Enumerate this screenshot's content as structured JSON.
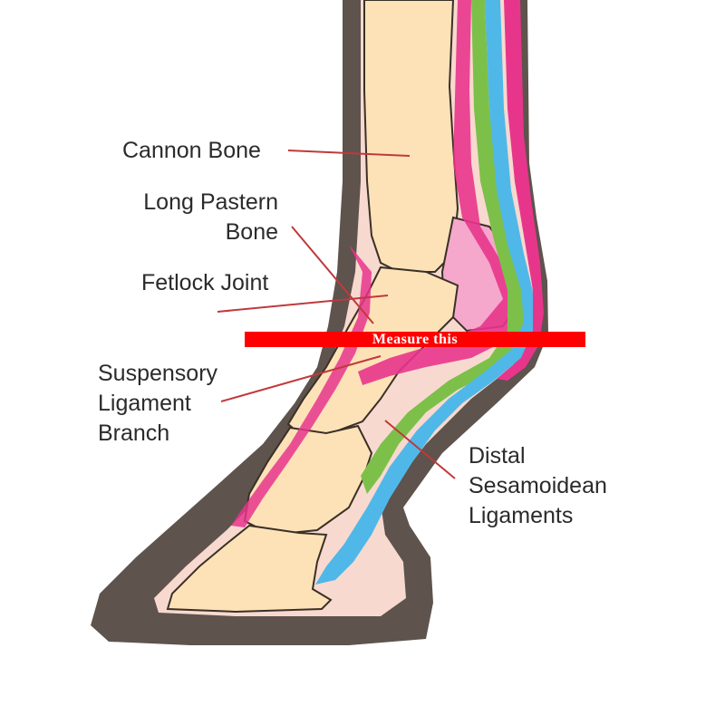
{
  "labels": {
    "cannon_bone": "Cannon Bone",
    "long_pastern_1": "Long Pastern",
    "long_pastern_2": "Bone",
    "fetlock_joint": "Fetlock Joint",
    "suspensory_1": "Suspensory",
    "suspensory_2": "Ligament",
    "suspensory_3": "Branch",
    "distal_1": "Distal",
    "distal_2": "Sesamoidean",
    "distal_3": "Ligaments"
  },
  "measure_bar": {
    "text": "Measure this",
    "color": "#ff0000"
  },
  "colors": {
    "hoof_wall": "#5e534d",
    "bone": "#fde2b8",
    "bone_outline": "#3a3027",
    "pink": "#e8358c",
    "light_pink": "#f5a8cc",
    "green": "#7cc04a",
    "light_green": "#c9e6a6",
    "blue": "#4fb8e8",
    "light_blue": "#a9dcf4",
    "leader_line": "#c0393b",
    "text": "#2b2b2b"
  }
}
